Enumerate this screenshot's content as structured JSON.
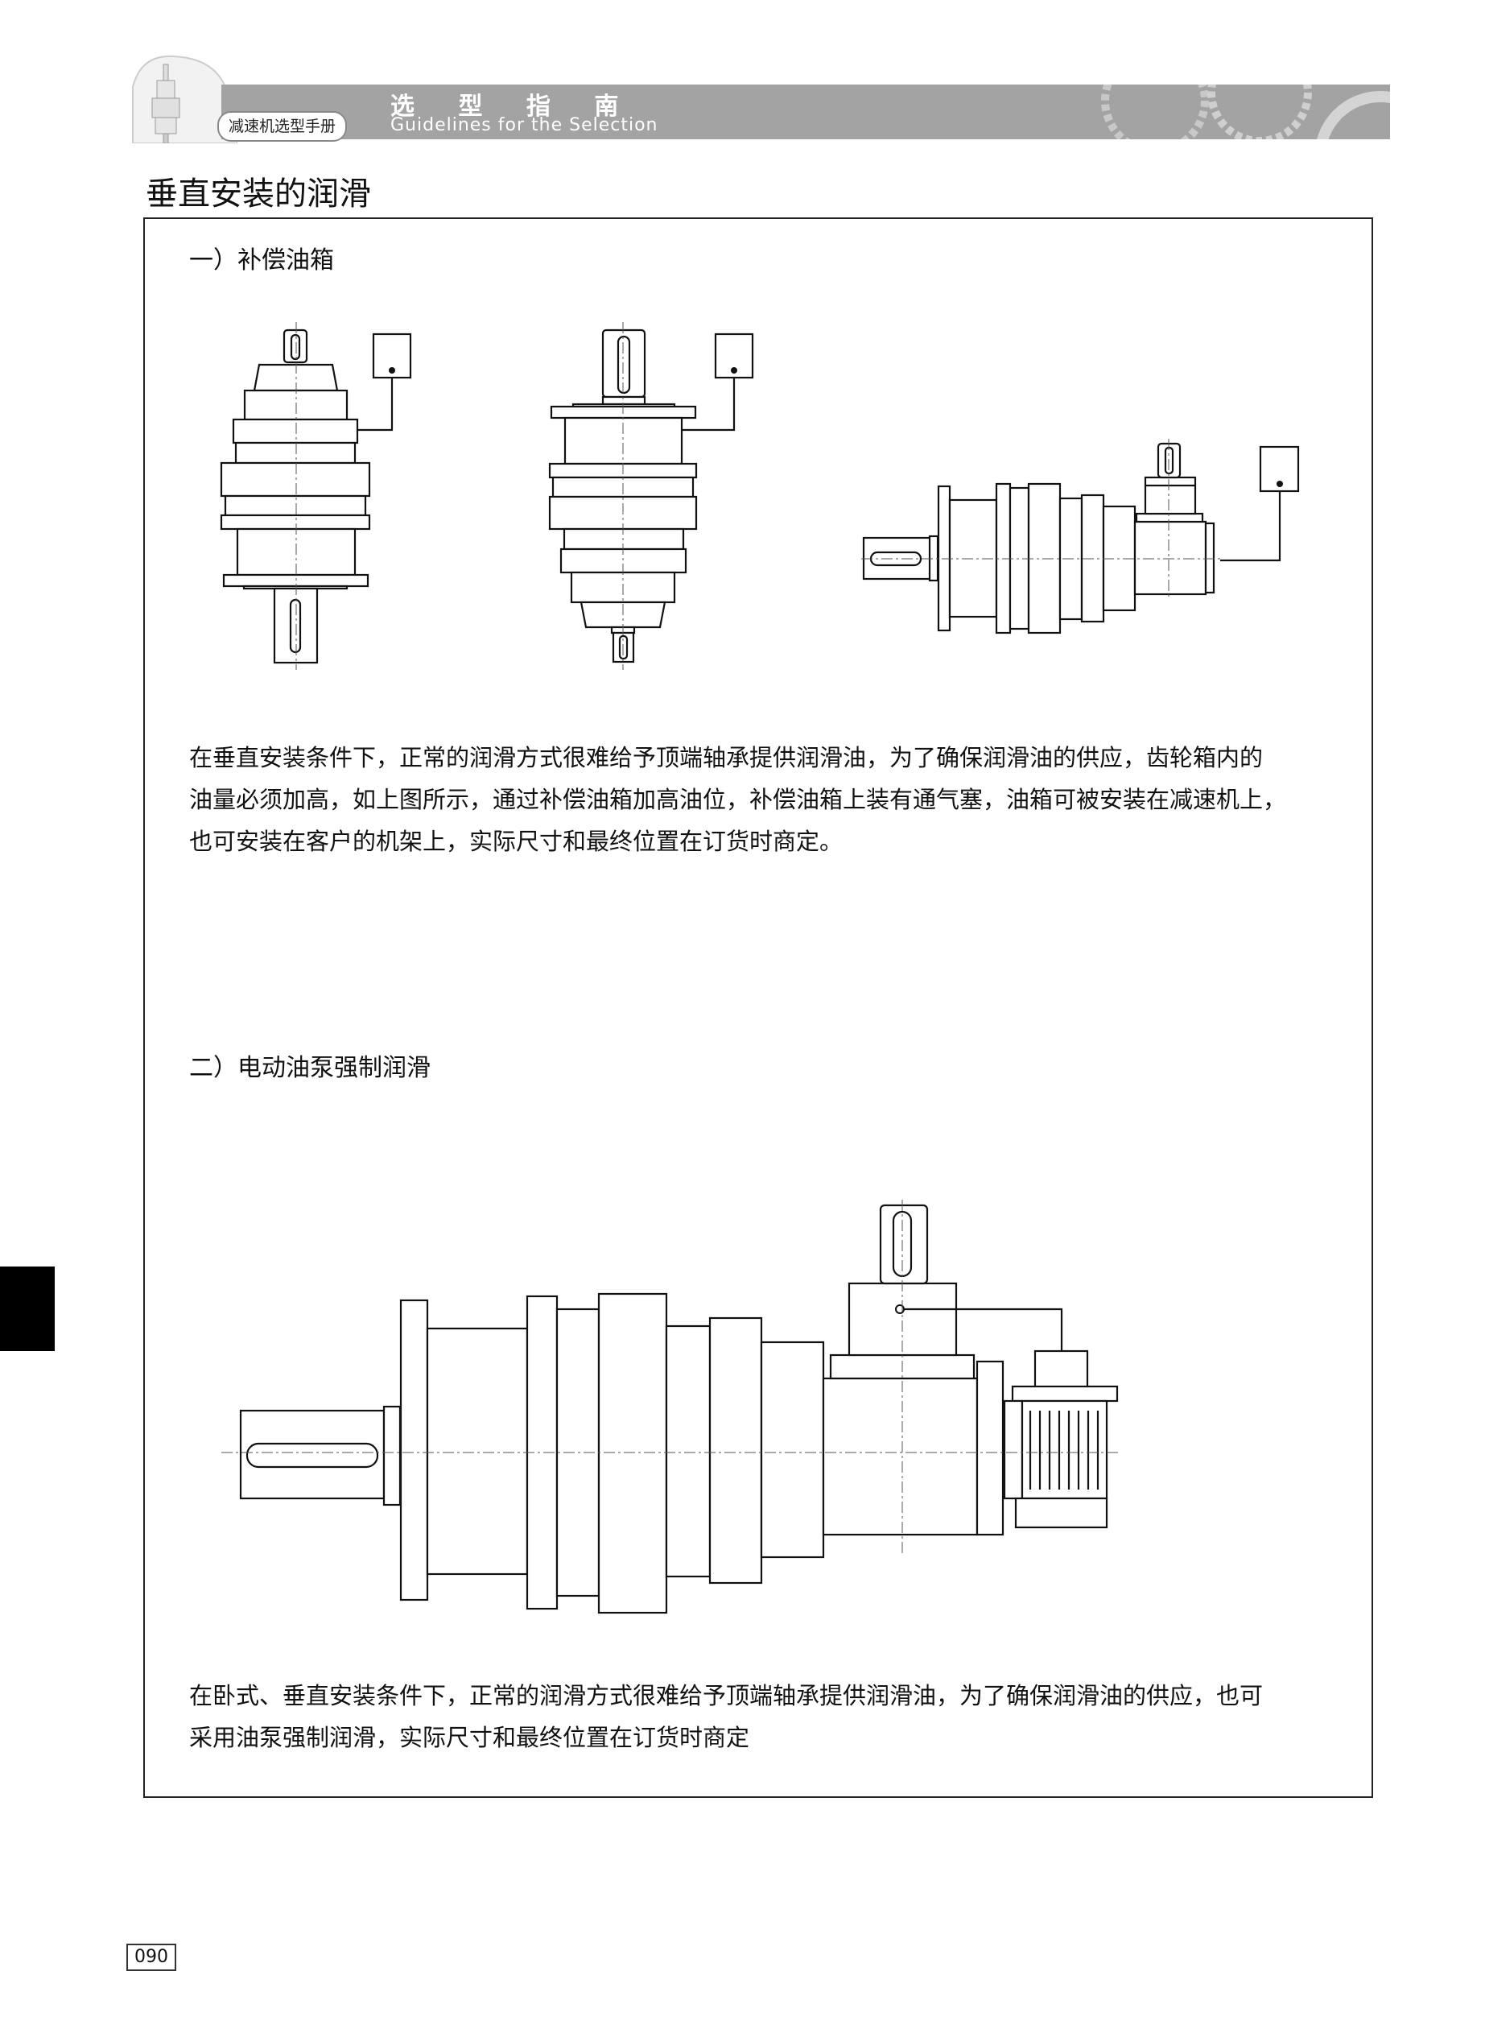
{
  "header": {
    "title_cn": "选 型 指 南",
    "title_en": "Guidelines for the Selection",
    "manual_name": "减速机选型手册"
  },
  "page_title": "垂直安装的润滑",
  "sections": [
    {
      "heading": "一）补偿油箱",
      "paragraph_lines": [
        "在垂直安装条件下，正常的润滑方式很难给予顶端轴承提供润滑油，为了确保润滑油的供应，齿轮箱内的",
        "油量必须加高，如上图所示，通过补偿油箱加高油位，补偿油箱上装有通气塞，油箱可被安装在减速机上，",
        "也可安装在客户的机架上，实际尺寸和最终位置在订货时商定。"
      ]
    },
    {
      "heading": "二）电动油泵强制润滑",
      "paragraph_lines": [
        "在卧式、垂直安装条件下，正常的润滑方式很难给予顶端轴承提供润滑油，为了确保润滑油的供应，也可",
        "采用油泵强制润滑，实际尺寸和最终位置在订货时商定"
      ]
    }
  ],
  "page_number": "090",
  "colors": {
    "header_band": "#a3a3a3",
    "side_tab": "#000000"
  }
}
